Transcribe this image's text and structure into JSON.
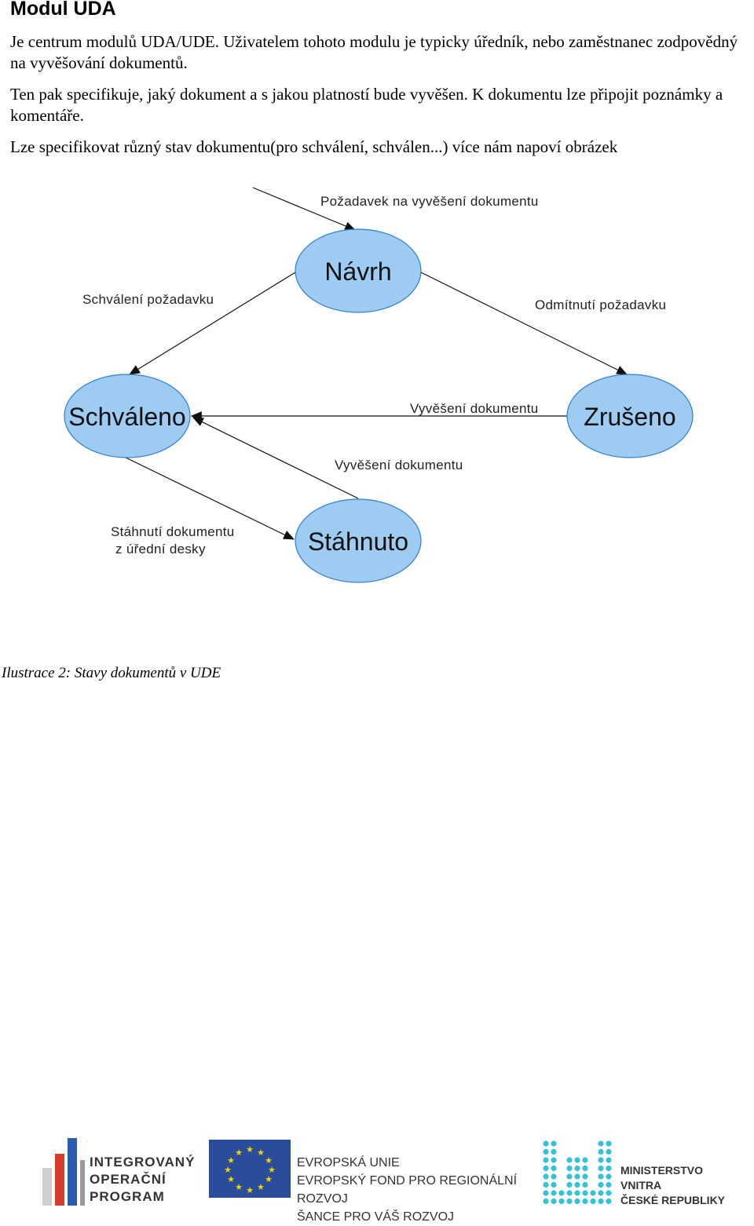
{
  "document": {
    "heading": "Modul UDA",
    "paragraphs": [
      "Je centrum modulů UDA/UDE. Uživatelem tohoto modulu je typicky úředník, nebo zaměstnanec zodpovědný na vyvěšování dokumentů.",
      "Ten pak specifikuje, jaký dokument a s jakou platností bude vyvěšen. K dokumentu lze připojit poznámky a komentáře.",
      "Lze specifikovat různý stav dokumentu(pro schválení, schválen...) více nám napoví obrázek"
    ],
    "caption": "Ilustrace 2: Stavy dokumentů v UDE"
  },
  "diagram": {
    "nodes": {
      "navrh": "Návrh",
      "schvaleno": "Schváleno",
      "zruseno": "Zrušeno",
      "stahnuto": "Stáhnuto"
    },
    "edges": {
      "pozadavek": "Požadavek na vyvěšení dokumentu",
      "schvaleni": "Schválení požadavku",
      "odmitnuti": "Odmítnutí požadavku",
      "vyveseni_zruseno": "Vyvěšení dokumentu",
      "vyveseni_stahnuto": "Vyvěšení dokumentu",
      "stahnuti_line1": "Stáhnutí dokumentu",
      "stahnuti_line2": "z úřední desky"
    },
    "colors": {
      "node_fill": "#9dcbf2",
      "node_stroke": "#2f7fc8"
    }
  },
  "footer": {
    "iop": [
      "INTEGROVANÝ",
      "OPERAČNÍ",
      "PROGRAM"
    ],
    "eu": [
      "EVROPSKÁ UNIE",
      "EVROPSKÝ FOND PRO REGIONÁLNÍ ROZVOJ",
      "ŠANCE PRO VÁŠ ROZVOJ"
    ],
    "mv": [
      "MINISTERSTVO VNITRA",
      "ČESKÉ REPUBLIKY"
    ],
    "colors": {
      "eu_blue": "#2a4d9b",
      "eu_star": "#f5d300",
      "mv_cyan": "#35c2d8",
      "iop_blue": "#2a5bb0",
      "iop_red": "#d83a2e"
    }
  }
}
